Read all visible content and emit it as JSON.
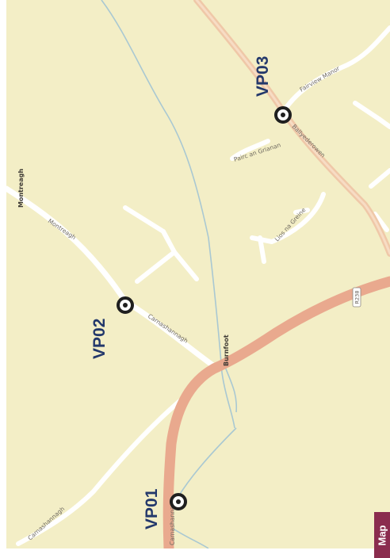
{
  "colors": {
    "land": "#f3eec6",
    "minor_road": "#ffffff",
    "main_road": "#e9a98e",
    "river": "#a9c8d2",
    "marker": "#1f1f1f",
    "label": "#23386b",
    "tab": "#8a2c4e"
  },
  "viewpoints": [
    {
      "id": "vp01",
      "label": "VP01"
    },
    {
      "id": "vp02",
      "label": "VP02"
    },
    {
      "id": "vp03",
      "label": "VP03"
    }
  ],
  "places": {
    "montreagh": "Montreagh",
    "burnfoot": "Burnfoot"
  },
  "roads": {
    "montreagh": "Montreagh",
    "carnashannagh_upper": "Carnashannagh",
    "carnashannagh_lower": "Carnashannagh",
    "carnashannagh_vp01": "Carnashannagh",
    "fairview_manor": "Fairview Manor",
    "pairc_an_grianan": "Pairc an Grianan",
    "ballyederowen": "Ballyederowen",
    "lios_na_greine": "Lios na Greine"
  },
  "route_shield": "R238",
  "tab": {
    "label": "Map"
  }
}
